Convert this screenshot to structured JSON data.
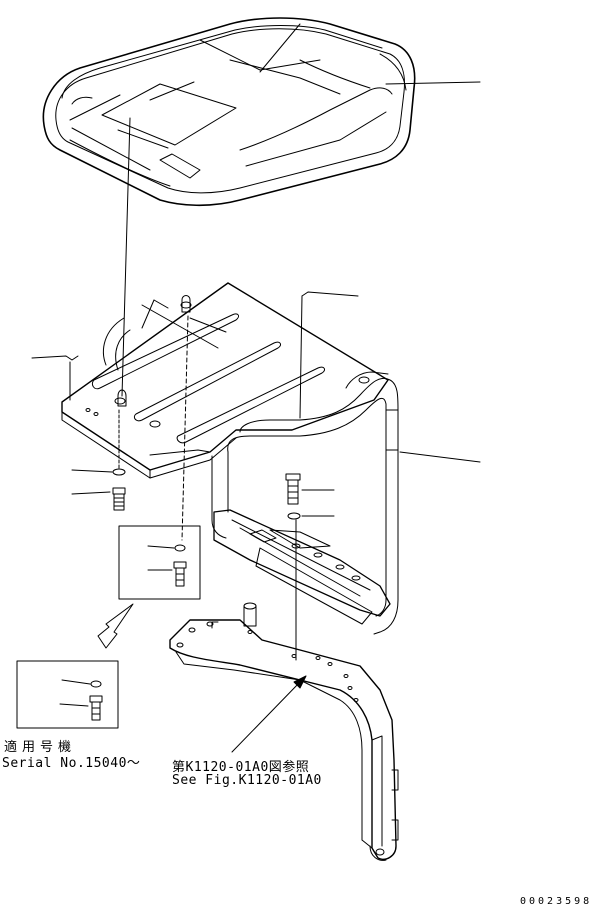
{
  "notes": {
    "serial_jp": "適用号機",
    "serial_en": "Serial No.15040～",
    "ref_jp": "第K1120-01A0図参照",
    "ref_en": "See Fig.K1120-01A0"
  },
  "drawing_number": "00023598",
  "colors": {
    "ink": "#000000",
    "paper": "#ffffff"
  }
}
